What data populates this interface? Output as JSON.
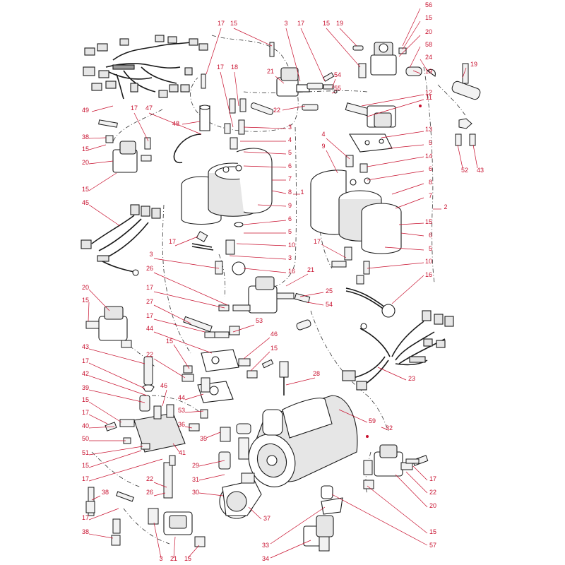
{
  "colors": {
    "callout": "#c8102e",
    "line": "#1a1a1a"
  },
  "callouts": [
    {
      "id": "c1",
      "text": "17"
    },
    {
      "id": "c2",
      "text": "15"
    },
    {
      "id": "c3",
      "text": "3"
    },
    {
      "id": "c4",
      "text": "17"
    },
    {
      "id": "c5",
      "text": "15"
    },
    {
      "id": "c6",
      "text": "19"
    },
    {
      "id": "c7",
      "text": "56"
    },
    {
      "id": "c8",
      "text": "15"
    },
    {
      "id": "c9",
      "text": "20"
    },
    {
      "id": "c10",
      "text": "58"
    },
    {
      "id": "c11",
      "text": "24"
    },
    {
      "id": "c12",
      "text": "19"
    },
    {
      "id": "c13",
      "text": "19"
    },
    {
      "id": "c14",
      "text": "21"
    },
    {
      "id": "c15",
      "text": "54"
    },
    {
      "id": "c16",
      "text": "55"
    },
    {
      "id": "c17",
      "text": "12"
    },
    {
      "id": "c18",
      "text": "11"
    },
    {
      "id": "c19",
      "text": "22"
    },
    {
      "id": "c20",
      "text": "49"
    },
    {
      "id": "c21",
      "text": "17"
    },
    {
      "id": "c22",
      "text": "47"
    },
    {
      "id": "c23",
      "text": "17"
    },
    {
      "id": "c24",
      "text": "18"
    },
    {
      "id": "c25",
      "text": "48"
    },
    {
      "id": "c26",
      "text": "3"
    },
    {
      "id": "c27",
      "text": "38"
    },
    {
      "id": "c28",
      "text": "15"
    },
    {
      "id": "c29",
      "text": "20"
    },
    {
      "id": "c30",
      "text": "15"
    },
    {
      "id": "c31",
      "text": "4"
    },
    {
      "id": "c32",
      "text": "5"
    },
    {
      "id": "c33",
      "text": "6"
    },
    {
      "id": "c34",
      "text": "7"
    },
    {
      "id": "c35",
      "text": "8"
    },
    {
      "id": "c36",
      "text": "1"
    },
    {
      "id": "c37",
      "text": "9"
    },
    {
      "id": "c38",
      "text": "6"
    },
    {
      "id": "c39",
      "text": "5"
    },
    {
      "id": "c40",
      "text": "10"
    },
    {
      "id": "c41",
      "text": "3"
    },
    {
      "id": "c42",
      "text": "4"
    },
    {
      "id": "c43",
      "text": "13"
    },
    {
      "id": "c44",
      "text": "9"
    },
    {
      "id": "c45",
      "text": "5"
    },
    {
      "id": "c46",
      "text": "14"
    },
    {
      "id": "c47",
      "text": "6"
    },
    {
      "id": "c48",
      "text": "8"
    },
    {
      "id": "c49",
      "text": "7"
    },
    {
      "id": "c50",
      "text": "15"
    },
    {
      "id": "c51",
      "text": "6"
    },
    {
      "id": "c52",
      "text": "5"
    },
    {
      "id": "c53",
      "text": "10"
    },
    {
      "id": "c54",
      "text": "16"
    },
    {
      "id": "c55",
      "text": "52"
    },
    {
      "id": "c56",
      "text": "43"
    },
    {
      "id": "c57",
      "text": "2"
    },
    {
      "id": "c58",
      "text": "45"
    },
    {
      "id": "c59",
      "text": "17"
    },
    {
      "id": "c60",
      "text": "3"
    },
    {
      "id": "c61",
      "text": "17"
    },
    {
      "id": "c62",
      "text": "16"
    },
    {
      "id": "c63",
      "text": "26"
    },
    {
      "id": "c64",
      "text": "21"
    },
    {
      "id": "c65",
      "text": "25"
    },
    {
      "id": "c66",
      "text": "54"
    },
    {
      "id": "c67",
      "text": "20"
    },
    {
      "id": "c68",
      "text": "17"
    },
    {
      "id": "c69",
      "text": "15"
    },
    {
      "id": "c70",
      "text": "27"
    },
    {
      "id": "c71",
      "text": "17"
    },
    {
      "id": "c72",
      "text": "53"
    },
    {
      "id": "c73",
      "text": "44"
    },
    {
      "id": "c74",
      "text": "46"
    },
    {
      "id": "c75",
      "text": "15"
    },
    {
      "id": "c76",
      "text": "15"
    },
    {
      "id": "c77",
      "text": "43"
    },
    {
      "id": "c78",
      "text": "22"
    },
    {
      "id": "c79",
      "text": "23"
    },
    {
      "id": "c80",
      "text": "17"
    },
    {
      "id": "c81",
      "text": "42"
    },
    {
      "id": "c82",
      "text": "46"
    },
    {
      "id": "c83",
      "text": "28"
    },
    {
      "id": "c84",
      "text": "39"
    },
    {
      "id": "c85",
      "text": "44"
    },
    {
      "id": "c86",
      "text": "15"
    },
    {
      "id": "c87",
      "text": "53"
    },
    {
      "id": "c88",
      "text": "17"
    },
    {
      "id": "c89",
      "text": "36"
    },
    {
      "id": "c90",
      "text": "40"
    },
    {
      "id": "c91",
      "text": "35"
    },
    {
      "id": "c92",
      "text": "59"
    },
    {
      "id": "c93",
      "text": "32"
    },
    {
      "id": "c94",
      "text": "50"
    },
    {
      "id": "c95",
      "text": "51"
    },
    {
      "id": "c96",
      "text": "41"
    },
    {
      "id": "c97",
      "text": "29"
    },
    {
      "id": "c98",
      "text": "15"
    },
    {
      "id": "c99",
      "text": "31"
    },
    {
      "id": "c100",
      "text": "17"
    },
    {
      "id": "c101",
      "text": "17"
    },
    {
      "id": "c102",
      "text": "22"
    },
    {
      "id": "c103",
      "text": "26"
    },
    {
      "id": "c104",
      "text": "22"
    },
    {
      "id": "c105",
      "text": "38"
    },
    {
      "id": "c106",
      "text": "30"
    },
    {
      "id": "c107",
      "text": "20"
    },
    {
      "id": "c108",
      "text": "17"
    },
    {
      "id": "c109",
      "text": "37"
    },
    {
      "id": "c110",
      "text": "15"
    },
    {
      "id": "c111",
      "text": "38"
    },
    {
      "id": "c112",
      "text": "3"
    },
    {
      "id": "c113",
      "text": "21"
    },
    {
      "id": "c114",
      "text": "15"
    },
    {
      "id": "c115",
      "text": "33"
    },
    {
      "id": "c116",
      "text": "57"
    },
    {
      "id": "c117",
      "text": "34"
    }
  ]
}
